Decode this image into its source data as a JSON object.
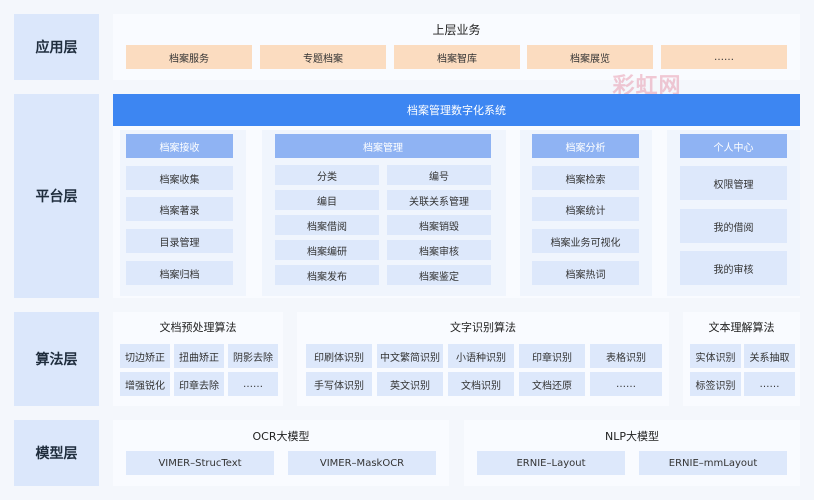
{
  "layers": {
    "application": "应用层",
    "platform": "平台层",
    "algorithm": "算法层",
    "model": "模型层"
  },
  "application": {
    "title": "上层业务",
    "items": [
      "档案服务",
      "专题档案",
      "档案智库",
      "档案展览",
      "……"
    ]
  },
  "watermark": "彩虹网",
  "platform": {
    "system_title": "档案管理数字化系统",
    "reception": {
      "head": "档案接收",
      "items": [
        "档案收集",
        "档案著录",
        "目录管理",
        "档案归档"
      ]
    },
    "management": {
      "head": "档案管理",
      "items": [
        "分类",
        "编号",
        "编目",
        "关联关系管理",
        "档案借阅",
        "档案销毁",
        "档案编研",
        "档案审核",
        "档案发布",
        "档案鉴定"
      ]
    },
    "analysis": {
      "head": "档案分析",
      "items": [
        "档案检索",
        "档案统计",
        "档案业务可视化",
        "档案热词"
      ]
    },
    "personal": {
      "head": "个人中心",
      "items": [
        "权限管理",
        "我的借阅",
        "我的审核"
      ]
    }
  },
  "algorithm": {
    "preprocess": {
      "title": "文档预处理算法",
      "items": [
        "切边矫正",
        "扭曲矫正",
        "阴影去除",
        "增强锐化",
        "印章去除",
        "……"
      ]
    },
    "recognition": {
      "title": "文字识别算法",
      "items": [
        "印刷体识别",
        "中文繁简识别",
        "小语种识别",
        "印章识别",
        "表格识别",
        "手写体识别",
        "英文识别",
        "文档识别",
        "文档还原",
        "……"
      ]
    },
    "understanding": {
      "title": "文本理解算法",
      "items": [
        "实体识别",
        "关系抽取",
        "标签识别",
        "……"
      ]
    }
  },
  "model": {
    "ocr": {
      "title": "OCR大模型",
      "items": [
        "VIMER–StrucText",
        "VIMER–MaskOCR"
      ]
    },
    "nlp": {
      "title": "NLP大模型",
      "items": [
        "ERNIE–Layout",
        "ERNIE–mmLayout"
      ]
    }
  }
}
